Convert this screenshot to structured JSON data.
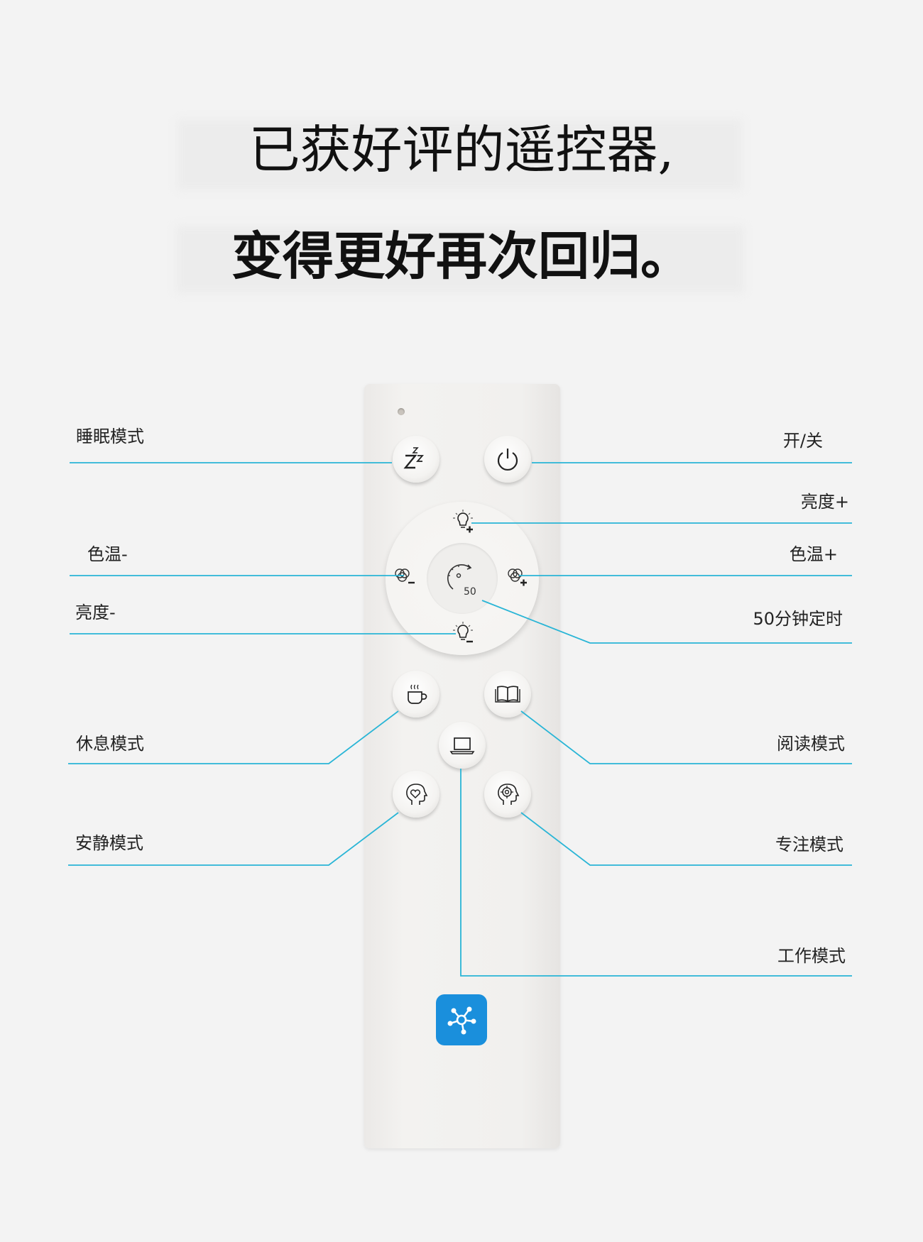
{
  "headline": {
    "line1": "已获好评的遥控器,",
    "line2": "变得更好再次回归。"
  },
  "labels": {
    "sleep": "睡眠模式",
    "power": "开/关",
    "brightness_up": "亮度+",
    "color_temp_down": "色温-",
    "color_temp_up": "色温+",
    "brightness_down": "亮度-",
    "timer": "50分钟定时",
    "rest": "休息模式",
    "reading": "阅读模式",
    "quiet": "安静模式",
    "focus": "专注模式",
    "work": "工作模式"
  },
  "timer_value": "50",
  "colors": {
    "leader_line": "#29b5d6",
    "hub_button": "#1a8fdc",
    "background": "#f3f3f3"
  }
}
